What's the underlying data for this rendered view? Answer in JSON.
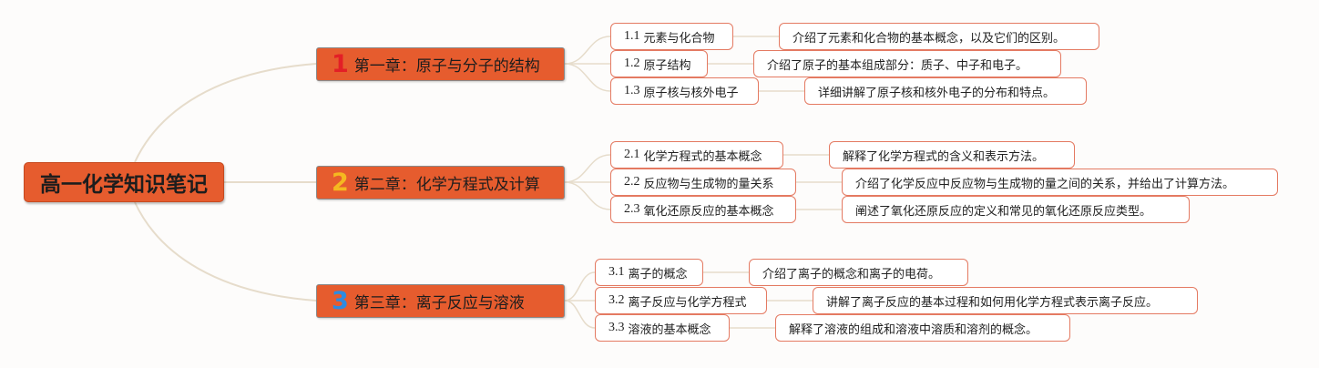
{
  "root": {
    "title": "高一化学知识笔记"
  },
  "chapters": [
    {
      "num": "1",
      "title": "第一章：原子与分子的结构",
      "color": "#e31f26",
      "sections": [
        {
          "id": "1.1",
          "title": "元素与化合物",
          "desc": "介绍了元素和化合物的基本概念，以及它们的区别。"
        },
        {
          "id": "1.2",
          "title": "原子结构",
          "desc": "介绍了原子的基本组成部分：质子、中子和电子。"
        },
        {
          "id": "1.3",
          "title": "原子核与核外电子",
          "desc": "详细讲解了原子核和核外电子的分布和特点。"
        }
      ]
    },
    {
      "num": "2",
      "title": "第二章：化学方程式及计算",
      "color": "#f5b820",
      "sections": [
        {
          "id": "2.1",
          "title": "化学方程式的基本概念",
          "desc": "解释了化学方程式的含义和表示方法。"
        },
        {
          "id": "2.2",
          "title": "反应物与生成物的量关系",
          "desc": "介绍了化学反应中反应物与生成物的量之间的关系，并给出了计算方法。"
        },
        {
          "id": "2.3",
          "title": "氧化还原反应的基本概念",
          "desc": "阐述了氧化还原反应的定义和常见的氧化还原反应类型。"
        }
      ]
    },
    {
      "num": "3",
      "title": "第三章：离子反应与溶液",
      "color": "#2e8be0",
      "sections": [
        {
          "id": "3.1",
          "title": "离子的概念",
          "desc": "介绍了离子的概念和离子的电荷。"
        },
        {
          "id": "3.2",
          "title": "离子反应与化学方程式",
          "desc": "讲解了离子反应的基本过程和如何用化学方程式表示离子反应。"
        },
        {
          "id": "3.3",
          "title": "溶液的基本概念",
          "desc": "解释了溶液的组成和溶液中溶质和溶剂的概念。"
        }
      ]
    }
  ],
  "colors": {
    "node_fill": "#e65c2e",
    "leaf_border": "#e47a62",
    "connector": "#e6dccb"
  }
}
